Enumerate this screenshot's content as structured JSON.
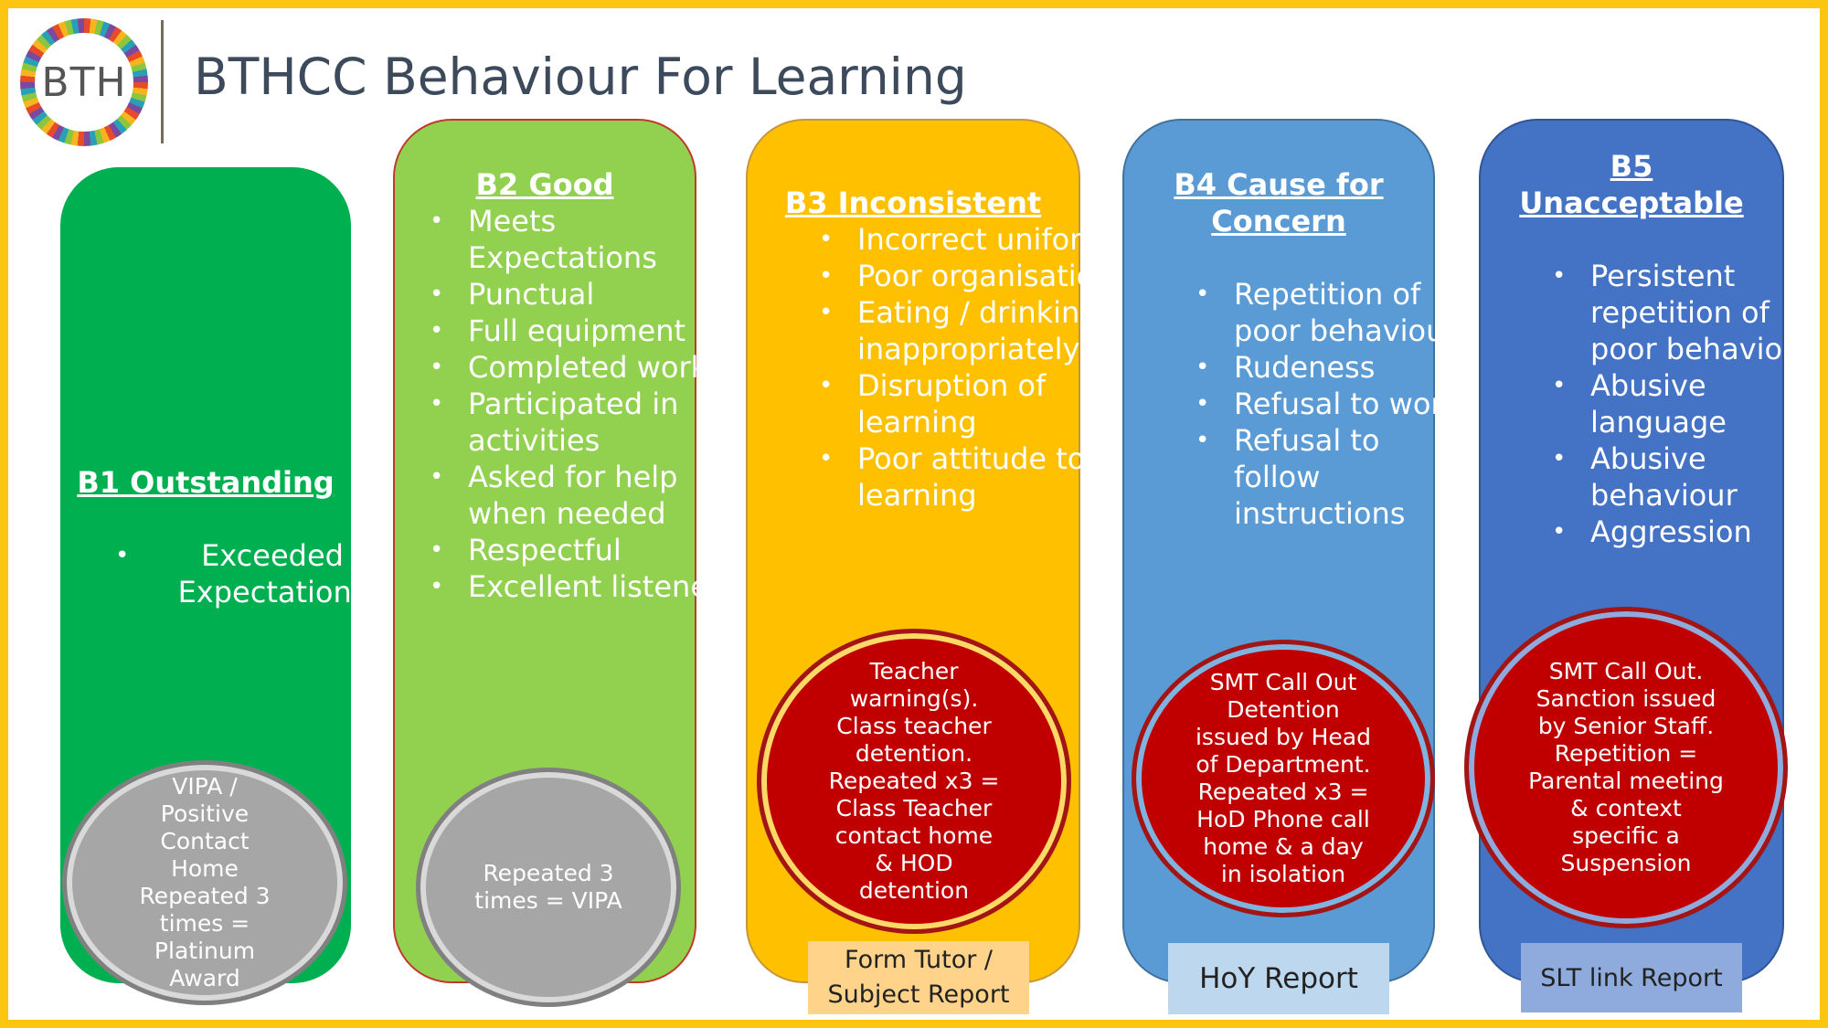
{
  "logo": {
    "text": "BTH"
  },
  "title": "BTHCC Behaviour For Learning",
  "columns": [
    {
      "title": "B1 Outstanding",
      "items": [
        "Exceeded Expectations"
      ],
      "circle": "VIPA /\nPositive\nContact\nHome\nRepeated 3\ntimes =\nPlatinum\nAward"
    },
    {
      "title": "B2 Good",
      "items": [
        "Meets Expectations",
        "Punctual",
        "Full equipment",
        "Completed work",
        "Participated in activities",
        "Asked for help when needed",
        "Respectful",
        "Excellent listener"
      ],
      "circle": "Repeated 3\ntimes = VIPA"
    },
    {
      "title": "B3 Inconsistent",
      "items": [
        "Incorrect uniform",
        "Poor organisation",
        "Eating / drinking inappropriately",
        "Disruption of learning",
        "Poor attitude to learning"
      ],
      "circle": "Teacher\nwarning(s).\nClass teacher\ndetention.\nRepeated x3 =\nClass Teacher\ncontact home\n& HOD\ndetention",
      "report": "Form Tutor /\nSubject Report"
    },
    {
      "title_line1": "B4 Cause for",
      "title_line2": "Concern",
      "items": [
        "Repetition of poor behaviour",
        "Rudeness",
        "Refusal to work",
        "Refusal to follow instructions"
      ],
      "circle": "SMT Call Out\nDetention\nissued by Head\nof Department.\nRepeated x3 =\nHoD Phone call\nhome & a day\nin isolation",
      "report": "HoY Report"
    },
    {
      "title_line1": "B5",
      "title_line2": "Unacceptable",
      "items": [
        "Persistent repetition of poor behaviour",
        "Abusive language",
        "Abusive behaviour",
        "Aggression"
      ],
      "circle": "SMT Call Out.\nSanction issued\nby Senior Staff.\nRepetition =\nParental meeting\n& context\nspecific a\nSuspension",
      "report": "SLT link Report"
    }
  ],
  "colors": {
    "border": "#fcc512",
    "b1": "#00b050",
    "b2": "#92d050",
    "b3": "#ffc000",
    "b4": "#5b9bd5",
    "b5": "#4472c4",
    "grey_circle": "#a6a6a6",
    "red_circle": "#c00000"
  }
}
